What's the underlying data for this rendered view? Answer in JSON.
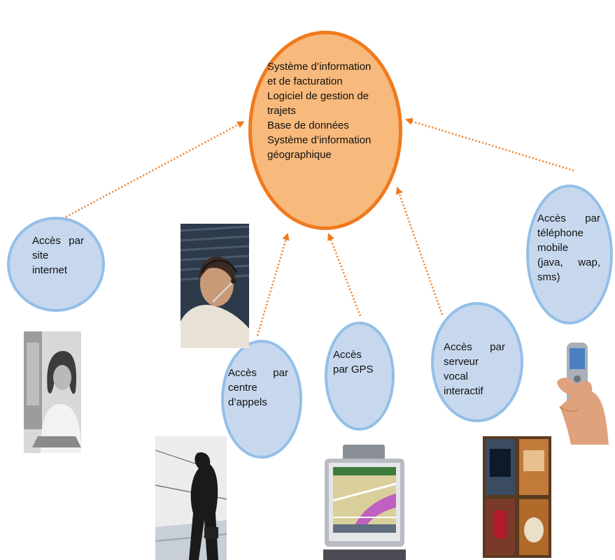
{
  "center": {
    "lines": [
      "Système d’information",
      "et de facturation",
      "Logiciel de gestion de",
      "trajets",
      "Base de données",
      "Système d’information",
      "géographique"
    ]
  },
  "nodes": {
    "internet": {
      "lines": [
        "Accès par",
        "site",
        "internet"
      ]
    },
    "appels": {
      "lines": [
        "Accès par",
        "centre",
        "d’appels"
      ]
    },
    "gps": {
      "lines": [
        "Accès",
        "par GPS"
      ]
    },
    "vocal": {
      "lines": [
        "Accès par",
        "serveur",
        "vocal",
        "interactif"
      ]
    },
    "mobile": {
      "lines": [
        "Accès par",
        "téléphone",
        "mobile",
        "(java, wap,",
        "sms)"
      ]
    }
  },
  "colors": {
    "central_fill": "#f8b97c",
    "central_border": "#f07a1e",
    "node_fill": "#c7d8ee",
    "node_border": "#93bfe8",
    "arrow": "#f07a1e"
  },
  "images": [
    "woman-at-computer",
    "call-center-agent-headset",
    "businessman-on-phone",
    "gps-device",
    "multimedia-devices-collage",
    "hand-holding-mobile-phone"
  ]
}
